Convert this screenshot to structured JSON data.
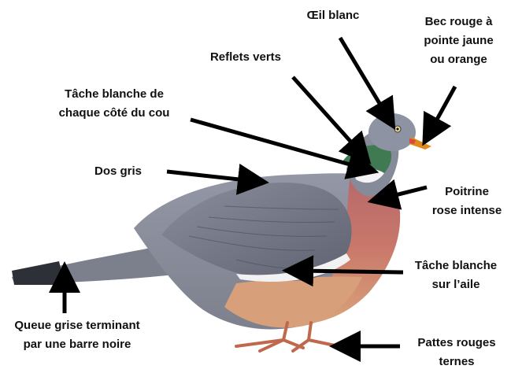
{
  "labels": {
    "oeil": "Œil blanc",
    "bec": "Bec rouge à\npointe jaune\nou orange",
    "reflets": "Reflets verts",
    "tache_cou": "Tâche blanche de\nchaque côté du cou",
    "dos": "Dos gris",
    "poitrine": "Poitrine\nrose intense",
    "tache_aile": "Tâche blanche\nsur l’aile",
    "queue": "Queue grise terminant\npar une barre noire",
    "pattes": "Pattes rouges\nternes"
  },
  "colors": {
    "arrow": "#000000",
    "head": "#8d93a3",
    "neck_green": "#3f7a52",
    "breast": "#c26a63",
    "belly": "#d99a6c",
    "body": "#8c8f9b",
    "wing": "#6e7180",
    "tail_bar": "#2e3038",
    "beak": "#e08a1e",
    "feet": "#c0684e"
  },
  "icons": {
    "bird": "wood-pigeon-illustration"
  }
}
